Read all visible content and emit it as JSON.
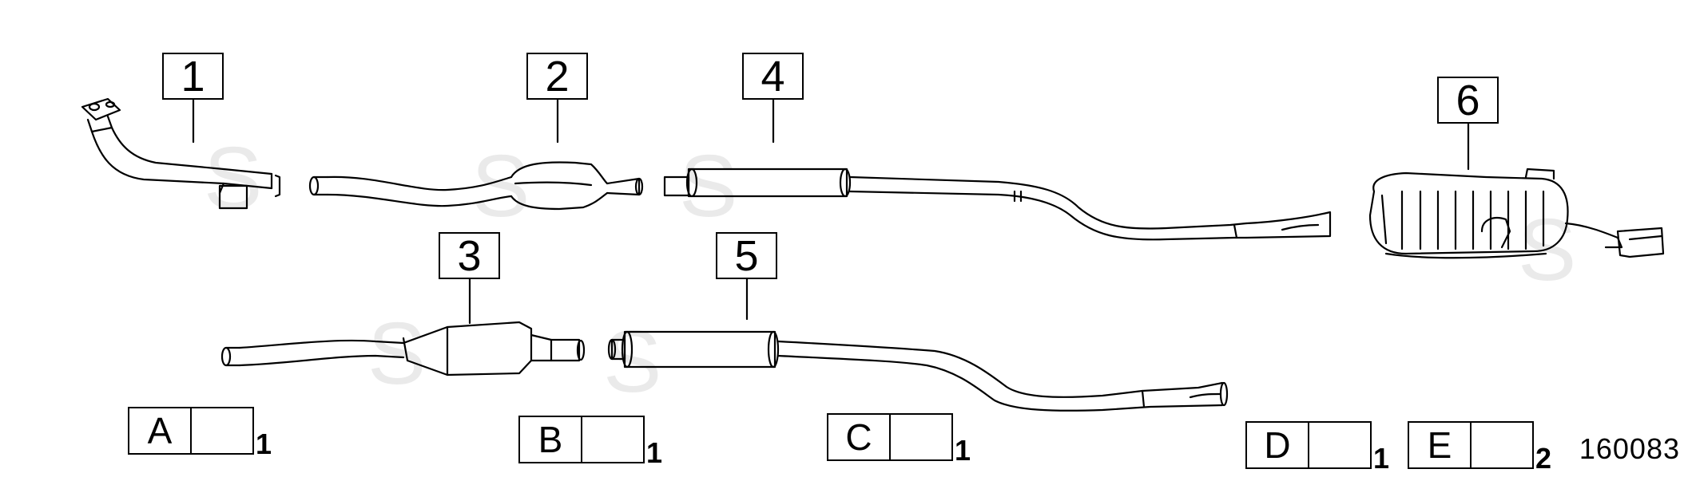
{
  "parts": [
    {
      "number": "1"
    },
    {
      "number": "2"
    },
    {
      "number": "3"
    },
    {
      "number": "4"
    },
    {
      "number": "5"
    },
    {
      "number": "6"
    }
  ],
  "legend": [
    {
      "letter": "A",
      "qty": "1",
      "icon": "gasket-ring-icon"
    },
    {
      "letter": "B",
      "qty": "1",
      "icon": "pipe-clamp-icon"
    },
    {
      "letter": "C",
      "qty": "1",
      "icon": "rubber-hanger-icon"
    },
    {
      "letter": "D",
      "qty": "1",
      "icon": "pipe-clamp-icon"
    },
    {
      "letter": "E",
      "qty": "2",
      "icon": "flange-gasket-icon"
    }
  ],
  "diagram_id": "160083",
  "colors": {
    "line": "#000000",
    "background": "#ffffff"
  }
}
